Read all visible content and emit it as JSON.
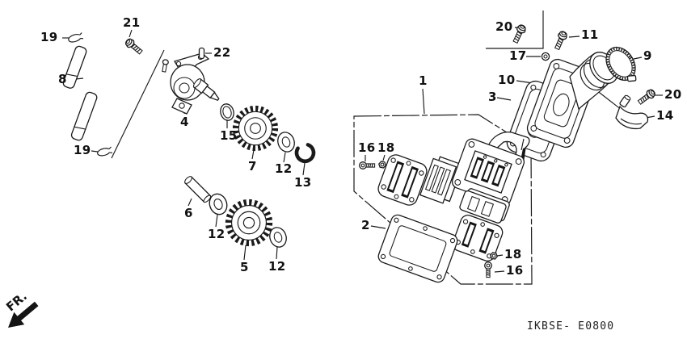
{
  "diagram": {
    "background": "#ffffff",
    "line_color": "#1a1a1a",
    "code": "IKBSE- E0800"
  },
  "fr": {
    "label": "FR."
  },
  "callouts": {
    "c1": "1",
    "c2": "2",
    "c3": "3",
    "c4": "4",
    "c5": "5",
    "c6": "6",
    "c7": "7",
    "c8": "8",
    "c9": "9",
    "c10": "10",
    "c11": "11",
    "c12a": "12",
    "c12b": "12",
    "c12c": "12",
    "c13": "13",
    "c14": "14",
    "c15": "15",
    "c16a": "16",
    "c16b": "16",
    "c17": "17",
    "c18a": "18",
    "c18b": "18",
    "c19a": "19",
    "c19b": "19",
    "c20a": "20",
    "c20b": "20",
    "c21": "21",
    "c22": "22"
  }
}
